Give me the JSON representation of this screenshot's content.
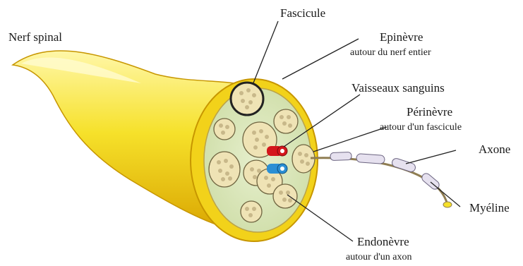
{
  "labels": {
    "nerf_spinal": "Nerf spinal",
    "fascicule": "Fascicule",
    "epinevre": "Epinèvre",
    "epinevre_sub": "autour du nerf entier",
    "vaisseaux": "Vaisseaux sanguins",
    "perinevre": "Périnèvre",
    "perinevre_sub": "autour  d'un fascicule",
    "axone": "Axone",
    "myeline": "Myéline",
    "endonevre": "Endonèvre",
    "endonevre_sub": "autour d'un axon"
  },
  "colors": {
    "nerve_yellow": "#f6e12a",
    "nerve_rim": "#e2b800",
    "cross_section": "#dfe9c4",
    "fascicle_fill": "#efe3b5",
    "axon_dots": "#c8b88a",
    "artery": "#d4161c",
    "vein": "#2a8fd4"
  }
}
